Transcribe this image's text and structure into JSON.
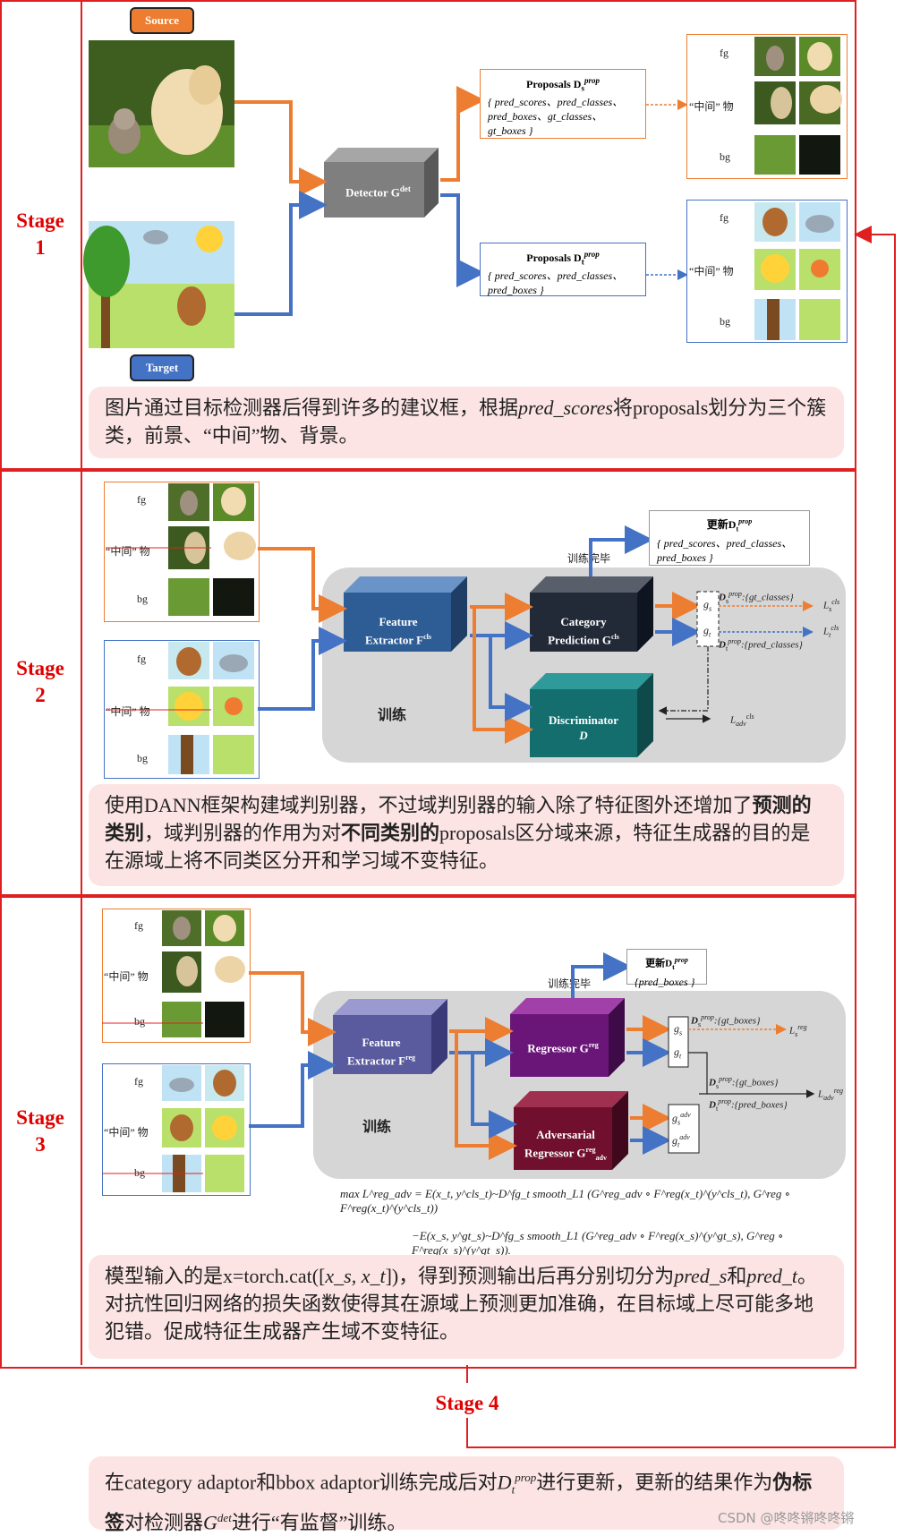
{
  "stages": {
    "s1": [
      "Stage",
      "1"
    ],
    "s2": [
      "Stage",
      "2"
    ],
    "s3": [
      "Stage",
      "3"
    ],
    "s4": "Stage 4"
  },
  "stage1": {
    "source": "Source",
    "target": "Target",
    "detector": "Detector G",
    "detector_sup": "det",
    "prop_s_title": "Proposals D",
    "prop_s_fields": "{ pred_scores、pred_classes、pred_boxes、gt_classes、gt_boxes }",
    "prop_t_title": "Proposals D",
    "prop_t_fields": "{ pred_scores、pred_classes、pred_boxes }",
    "grid_labels": [
      "fg",
      "“中间” 物",
      "bg"
    ],
    "note_parts": [
      "图片通过目标检测器后得到许多的建议框，根据",
      "pred_scores",
      "将proposals划分为三个簇类，前景、“中间”物、背景。"
    ]
  },
  "stage2": {
    "grid_labels": [
      "fg",
      "“中间” 物",
      "bg"
    ],
    "feature": [
      "Feature",
      "Extractor F"
    ],
    "feature_sup": "cls",
    "category": [
      "Category",
      "Prediction G"
    ],
    "category_sup": "cls",
    "discriminator": [
      "Discriminator",
      "D"
    ],
    "train": "训练",
    "train_done": "训练完毕",
    "update_title": "更新D",
    "update_fields": "{ pred_scores、pred_classes、pred_boxes }",
    "gs": "g",
    "gt": "g",
    "ds_text": ":{gt_classes}",
    "dt_text": ":{pred_classes}",
    "ls": "L",
    "lt": "L",
    "ladv": "L",
    "note_parts": [
      "使用DANN框架构建域判别器，不过域判别器的输入除了特征图外还增加了",
      "预测的类别",
      "，域判别器的作用为对",
      "不同类别的",
      "proposals区分域来源，特征生成器的目的是在源域上将不同类区分开和学习域不变特征。"
    ]
  },
  "stage3": {
    "grid_labels": [
      "fg",
      "“中间” 物",
      "bg"
    ],
    "feature": [
      "Feature",
      "Extractor F"
    ],
    "feature_sup": "reg",
    "regressor": "Regressor G",
    "regressor_sup": "reg",
    "adv": [
      "Adversarial",
      "Regressor G"
    ],
    "adv_sup": "reg",
    "adv_sub": "adv",
    "train": "训练",
    "train_done": "训练完毕",
    "update_title": "更新D",
    "update_fields": "{pred_boxes }",
    "ds_text1": ":{gt_boxes}",
    "ds_text2": ":{gt_boxes}",
    "dt_text": ":{pred_boxes}",
    "formula1": "max L^reg_adv = E(x_t, y^cls_t)~D^fg_t smooth_L1 (G^reg_adv ∘ F^reg(x_t)^(y^cls_t), G^reg ∘ F^reg(x_t)^(y^cls_t))",
    "formula2": "−E(x_s, y^gt_s)~D^fg_s smooth_L1 (G^reg_adv ∘ F^reg(x_s)^(y^gt_s), G^reg ∘ F^reg(x_s)^(y^gt_s)).",
    "note_parts": [
      "模型输入的是x=torch.cat([",
      "x_s, x_t",
      "])，得到预测输出后再分别切分为",
      "pred_s",
      "和",
      "pred_t",
      "。对抗性回归网络的损失函数使得其在源域上预测更加准确，在目标域上尽可能多地犯错。促成特征生成器产生域不变特征。"
    ]
  },
  "stage4": {
    "note_parts": [
      "在category adaptor和bbox adaptor训练完成后对",
      "D",
      "进行更新，更新的结果作为",
      "伪标签",
      "对检测器",
      "G",
      "进行“有监督”训练。"
    ]
  },
  "watermark": "CSDN @咚咚锵咚咚锵",
  "colors": {
    "orange": "#ED7D31",
    "blue": "#4472C4",
    "red": "#E02020"
  }
}
